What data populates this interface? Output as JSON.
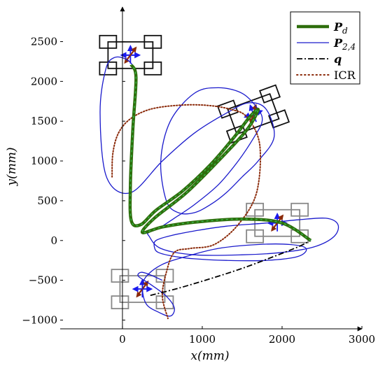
{
  "chart_data": {
    "type": "line",
    "xlabel": "x(mm)",
    "ylabel": "y(mm)",
    "xlim": [
      -780,
      3000
    ],
    "ylim": [
      -1110,
      2900
    ],
    "xticks": [
      0,
      1000,
      2000,
      3000
    ],
    "yticks": [
      -1000,
      -500,
      0,
      500,
      1000,
      1500,
      2000,
      2500
    ],
    "legend_position": "top-right",
    "grid": false,
    "colors": {
      "Pd": "#2e6e0c",
      "Pd_inner": "#3ab54a",
      "P24": "#1a1acc",
      "q": "#000000",
      "ICR": "#8b2a0a",
      "robot_dark": "#111111",
      "robot_gray": "#888888",
      "arrow_blue": "#1a1aee",
      "arrow_brown": "#8b2a0a"
    },
    "legend": [
      {
        "main": "P",
        "sub": "d",
        "key": "Pd"
      },
      {
        "main": "P",
        "sub": "2,4",
        "key": "P24"
      },
      {
        "main": "q",
        "sub": "",
        "key": "q"
      },
      {
        "main": "ICR",
        "sub": "",
        "key": "ICR"
      }
    ],
    "series": [
      {
        "name": "Pd",
        "x": [
          2360,
          2000,
          1500,
          900,
          500,
          250,
          400,
          800,
          1200,
          1550,
          1700,
          1600,
          1400,
          1100,
          750,
          420,
          230,
          110,
          100,
          130,
          170,
          110
        ],
        "y": [
          0,
          220,
          270,
          230,
          170,
          100,
          280,
          600,
          1000,
          1380,
          1640,
          1560,
          1300,
          950,
          620,
          380,
          200,
          250,
          700,
          1400,
          2050,
          2210
        ]
      },
      {
        "name": "P2,4",
        "x": [
          180,
          150,
          60,
          -100,
          -210,
          -280,
          -200,
          100,
          500,
          900,
          1300,
          1580,
          1800,
          1900,
          1700,
          1500,
          1300,
          1100,
          900,
          700,
          550,
          480,
          600,
          900,
          1200,
          1500,
          1700,
          1750,
          1650,
          1450,
          1200,
          900,
          650,
          450,
          330,
          330,
          480,
          900,
          1500,
          2000,
          2400,
          2650,
          2700,
          2550,
          2200,
          1800,
          1300,
          900,
          600,
          420,
          400,
          450,
          650,
          900,
          1300,
          1800,
          2200,
          2300,
          2100,
          1700,
          1200,
          800,
          500,
          300,
          250,
          300,
          450,
          600,
          650,
          550,
          350,
          200,
          230,
          320,
          500
        ],
        "y": [
          1900,
          2150,
          2270,
          2300,
          2150,
          1600,
          800,
          600,
          1000,
          1350,
          1600,
          1730,
          1650,
          1300,
          1000,
          800,
          600,
          450,
          350,
          350,
          500,
          1000,
          1500,
          1850,
          1920,
          1850,
          1650,
          1500,
          1300,
          1000,
          700,
          450,
          280,
          150,
          100,
          60,
          -100,
          -180,
          -180,
          -150,
          -80,
          50,
          200,
          280,
          260,
          220,
          180,
          120,
          60,
          0,
          -80,
          -150,
          -200,
          -230,
          -250,
          -250,
          -200,
          -100,
          -50,
          -50,
          -100,
          -200,
          -300,
          -450,
          -600,
          -800,
          -900,
          -950,
          -850,
          -700,
          -550,
          -450,
          -400,
          -420,
          -500
        ]
      },
      {
        "name": "q",
        "x": [
          350,
          700,
          1100,
          1500,
          1900,
          2200,
          2360
        ],
        "y": [
          -690,
          -600,
          -480,
          -350,
          -200,
          -80,
          0
        ]
      },
      {
        "name": "ICR",
        "x": [
          -130,
          -120,
          -50,
          100,
          350,
          700,
          1050,
          1350,
          1560,
          1720,
          1680,
          1450,
          1150,
          850,
          650,
          550,
          500,
          570
        ],
        "y": [
          800,
          1100,
          1350,
          1530,
          1650,
          1700,
          1700,
          1650,
          1550,
          1200,
          600,
          200,
          -50,
          -100,
          -150,
          -400,
          -700,
          -980
        ]
      }
    ],
    "robots": [
      {
        "style": "dark",
        "cx": 100,
        "cy": 2330,
        "heading": 0
      },
      {
        "style": "dark",
        "cx": 1640,
        "cy": 1590,
        "heading": -20
      },
      {
        "style": "gray",
        "cx": 1940,
        "cy": 220,
        "heading": 0
      },
      {
        "style": "gray",
        "cx": 250,
        "cy": -610,
        "heading": 0
      }
    ]
  }
}
